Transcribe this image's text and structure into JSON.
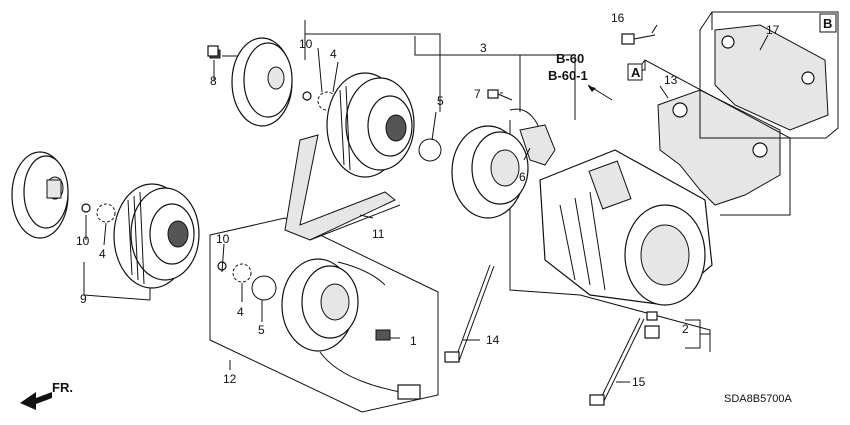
{
  "diagram_code": "SDA8B5700A",
  "direction_label": "FR.",
  "references": {
    "b60": "B-60",
    "b60_1": "B-60-1",
    "box_a": "A",
    "box_b": "B"
  },
  "callouts": {
    "c1": "1",
    "c2": "2",
    "c3": "3",
    "c4a": "4",
    "c4b": "4",
    "c4c": "4",
    "c5a": "5",
    "c5b": "5",
    "c6": "6",
    "c7": "7",
    "c8": "8",
    "c9": "9",
    "c10a": "10",
    "c10b": "10",
    "c10c": "10",
    "c11": "11",
    "c12": "12",
    "c13": "13",
    "c14": "14",
    "c15": "15",
    "c16": "16",
    "c17": "17"
  }
}
